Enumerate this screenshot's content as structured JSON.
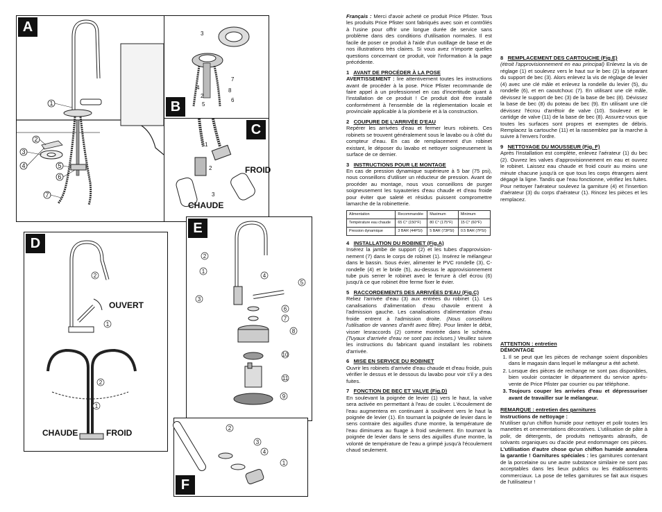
{
  "panels": {
    "a": "A",
    "b": "B",
    "c": "C",
    "d": "D",
    "e": "E",
    "f": "F"
  },
  "callouts": [
    "1",
    "2",
    "3",
    "4",
    "5",
    "6",
    "7",
    "8",
    "9",
    "10",
    "11"
  ],
  "labels": {
    "froid": "FROID",
    "chaude": "CHAUDE",
    "ouvert": "OUVERT"
  },
  "intro": {
    "lang": "Français :",
    "text": "Merci d'avoir acheté ce produit Price Pfister. Tous les produits Price Pfister sont fabriqués avec soin et contrôlés à l'usine pour offrir une longue durée de service sans problème dans des conditions d'utilisation normales. Il est facile de poser ce produit à l'aide d'un outillage de base et de nos illustrations très claires. Si vous avez n'importe quelles questions concernant ce produit, voir l'information à la page précédente."
  },
  "s1": {
    "num": "1",
    "title": "AVANT DE PROCÉDER À LA POSE",
    "warn": "AVERTISSEMENT :",
    "text": "lire attentivement toutes les instructions avant de procéder à la pose. Price Pfister recommande de faire appel à un professionnel en cas d'incertitude quant à l'installation de ce produit ! Ce produit doit être installé conformément à l'ensemble de la réglementation locale et provinciale applicable à la plomberie et à la construction."
  },
  "s2": {
    "num": "2",
    "title": "COUPURE DE L'ARRIVÉE D'EAU",
    "text": "Repérer les arrivées d'eau et fermer leurs robinets. Ces robinets se trouvent généralement sous le lavabo ou à côté du compteur d'eau. En cas de remplacement d'un robinet existant, le déposer du lavabo et nettoyer soigneusement la surface de ce dernier."
  },
  "s3": {
    "num": "3",
    "title": "INSTRUCTIONS POUR LE MONTAGE",
    "text": "En cas de pression dynamique supérieure à 5 bar (75 psi), nous conseillons d'utiliser un réducteur de pression. Avant de procéder au montage, nous vous conseillons de purger soigneusement les tuyauteries d'eau chaude et d'eau froide pour éviter que saleté et résidus puissent compromettre lamarche de la robinetterie."
  },
  "table": {
    "head": [
      "Alimentation",
      "Recommandée",
      "Maximum",
      "Minimum"
    ],
    "rows": [
      [
        "Température eau chaude",
        "65 C° (150°F)",
        "80 C° (175°F)",
        "15 C° (60°F)"
      ],
      [
        "Pression dynamique",
        "3 BAR (44PSI)",
        "5 BAR (73PSI)",
        "0.5 BAR (7PSI)"
      ]
    ]
  },
  "s4": {
    "num": "4",
    "title": "INSTALLATION DU ROBINET (Fig.A)",
    "text": "Insérez la jambe de support (2) et les tubes d'approvision- nement (7) dans le corps de robinet (1). Insérez le mélangeur dans le bassin. Sous évier, alimenter le PVC rondelle (3), C-rondelle (4) et le bride (5), au-dessus le approvisionnement tube puis serrer le robinet avec le ferrure à clef écrou (6) jusqu'à ce que robinet être ferme fixer le évier."
  },
  "s5": {
    "num": "5",
    "title": "RACCORDEMENTS DES ARRIVÉES D'EAU (Fig.C)",
    "text": "Reliez l'arrivée d'eau (3) aux entrées du robinet (1). Les canalisations d'alimentation d'eau chavole entrent à l'admission gauche. Les canalisations d'alimentation d'eau froide entrent à l'admission droite.",
    "italic1": "(Nous conseillons l'utilisation de vannes d'arrêt avec filtre).",
    "text2": "Pour limiter le débit, visser lesraccords (2) comme montrée dans le schéma.",
    "italic2": "(Tuyaux d'arrivée d'eau ne sont pas incluses.)",
    "text3": "Veuillez suivre les instructions du fabricant quand installant les robinets d'arrivée."
  },
  "s6": {
    "num": "6",
    "title": "MISE EN SERVICE DU ROBINET",
    "text": "Ouvrir les robinets d'arrivée d'eau chaude et d'eau froide, puis vérifier le dessus et le dessous du lavabo pour voir s'il y a des fuites."
  },
  "s7": {
    "num": "7",
    "title": "FONCTION DE BEC ET VALVE (Fig.D)",
    "text": "En soulevant la poignée de levier (1) vers le haut, la valve sera activée en permettant à l'eau de couler. L'écoulement de l'eau augmentera en continuant à soulèvent vers le haut la poignée de levier (1). En tournant la poignée de levier dans le sens contraire des aiguilles d'une montre, la température de l'eau diminuera au fluage à froid seulement. En tournant la poignée de levier dans le sens des aiguilles d'une montre, la volonté de température de l'eau a grimpé jusqu'à l'écoulement chaud seulement."
  },
  "s8": {
    "num": "8",
    "title": "REMPLACEMENT DES CARTOUCHE (Fig.E)",
    "italic": "(étroit l'approvisionnement en eau principal)",
    "text": "Enlevez la vis de réglage (1) et soulevez vers le haut sur le bec (2) la séparant du support de bec (3). Alors enlevez la vis de réglage de levier (4) avec une clé mâle et enlevez la rondelle du levier (5), du rondelle (6), et en caoutchouc (7). En utilisant une clé mâle, dévissez le support de bec (3) de la base de bec (8). Dévissez la base de bec (8) du poteau de bec (9). En utilisant une clé dévissez l'écrou d'arrêtoir de valve (10). Soulevez et le cartidge de valve (11) de la base de bec (8). Assurez-vous que toutes les surfaces sont propres et exemptes de débris. Remplacez la cartouche (11) et la rassemblez par la marche à suivre à l'envers l'ordre."
  },
  "s9": {
    "num": "9",
    "title": "NETTOYAGE DU MOUSSEUR (Fig. F)",
    "text": "Après l'installation est complète, enlevez l'aérateur (1) du bec (2). Ouvrez les valves d'approvisionnement en eau et ouvrez le robinet. Laissez eau chaude et froid courir au moins une minute chacune jusqu'à ce que tous les corps étrangers aient dégagé la ligne. Tandis que l'eau fonctionne, vérifiez les fuites. Pour nettoyer l'aérateur soulevez la garniture (4) et l'insertion d'aérateur (3) du corps d'aérateur (1). Rincez les pièces et les remplacez."
  },
  "attention": {
    "title": "ATTENTION : entretien",
    "sub": "DÉMONTAGE",
    "items": [
      "Il se peut que les pièces de rechange soient disponibles dans le magasin dans lequel le mélangeur a été acheté.",
      "Lorsque des pièces de rechange ne sont pas disponibles, bien vouloir contacter le département du service aprés- vente de Price Pfister par courrier ou par téléphone.",
      "Toujours couper les arrivées d'eau et dépressuriser avant de travailler sur le mélangeur."
    ]
  },
  "remarque": {
    "title": "REMARQUE : entretien des garnitures",
    "sub": "Instructions de nettoyage :",
    "text": "N'utiliser qu'un chiffon humide pour nettoyer et polir toutes les manettes et ornementations décoratives. L'utilisation de pâte à polir, de détergents, de produits nettoyants abrasifs, de solvants organiques ou d'acide peut endommager ces pièces.",
    "bold": "L'utilisation d'autre chose qu'un chiffon humide annulera la garantie !",
    "sub2": "Garnitures spéciales :",
    "text2": "les garnitures contenant de la porcelaine ou une autre substance similaire ne sont pas acceptables dans les lieux publics ou les établissements commerciaux. La pose de telles garnitures se fait aux risques de l'utilisateur !"
  }
}
